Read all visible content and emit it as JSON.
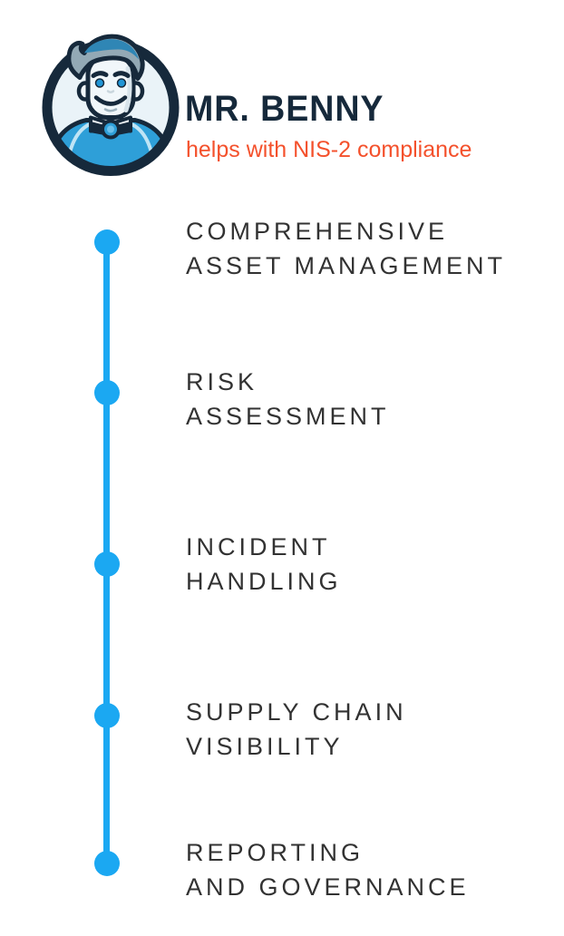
{
  "header": {
    "brand": "MR. BENNY",
    "tagline": "helps with NIS-2 compliance",
    "mascot_icon": "mr-benny-mascot-icon"
  },
  "timeline": {
    "items": [
      {
        "line1": "COMPREHENSIVE",
        "line2": "ASSET MANAGEMENT"
      },
      {
        "line1": "RISK",
        "line2": "ASSESSMENT"
      },
      {
        "line1": "INCIDENT",
        "line2": "HANDLING"
      },
      {
        "line1": "SUPPLY CHAIN",
        "line2": "VISIBILITY"
      },
      {
        "line1": "REPORTING",
        "line2": "AND GOVERNANCE"
      }
    ]
  },
  "colors": {
    "accent_blue": "#1BA8F2",
    "brand_navy": "#16293B",
    "tagline_orange": "#F4512C",
    "text_dark": "#323232",
    "shirt_blue": "#2E9FD8",
    "hair_gray": "#93A9B5",
    "hair_shade_blue": "#2F86B5",
    "face_light": "#F1F7FA",
    "circle_light": "#EAF3F8"
  }
}
